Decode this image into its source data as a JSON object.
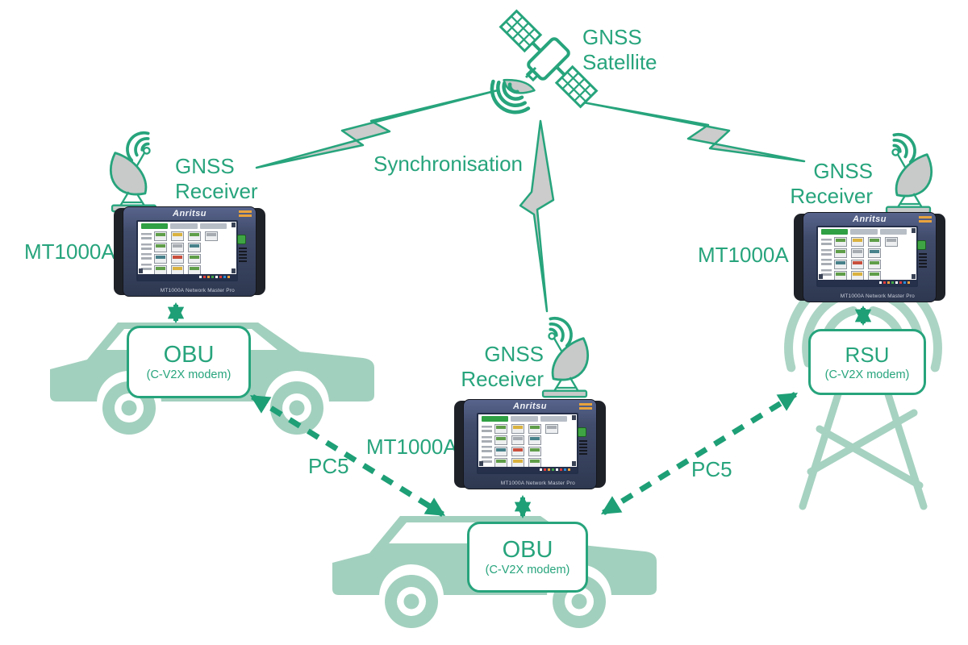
{
  "colors": {
    "accent": "#27A47C",
    "accent_dark": "#1E9F76",
    "sage": "#A2D0BE",
    "bolt_gray": "#CBCCCB"
  },
  "satellite": {
    "line1": "GNSS",
    "line2": "Satellite"
  },
  "synchronisation_label": "Synchronisation",
  "links": {
    "pc5_left": "PC5",
    "pc5_right": "PC5"
  },
  "device": {
    "brand": "Anritsu",
    "footer": "MT1000A Network Master Pro"
  },
  "groups": {
    "left": {
      "receiver_line1": "GNSS",
      "receiver_line2": "Receiver",
      "model": "MT1000A",
      "unit_title": "OBU",
      "unit_subtitle": "(C-V2X modem)"
    },
    "center": {
      "receiver_line1": "GNSS",
      "receiver_line2": "Receiver",
      "model": "MT1000A",
      "unit_title": "OBU",
      "unit_subtitle": "(C-V2X modem)"
    },
    "right": {
      "receiver_line1": "GNSS",
      "receiver_line2": "Receiver",
      "model": "MT1000A",
      "unit_title": "RSU",
      "unit_subtitle": "(C-V2X modem)"
    }
  }
}
